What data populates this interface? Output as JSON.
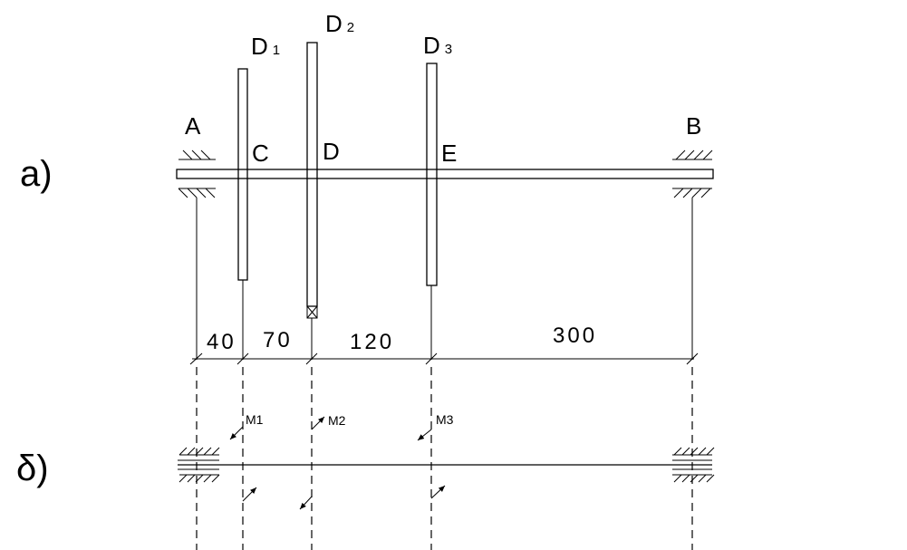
{
  "part_labels": {
    "a": "a)",
    "b": "δ)"
  },
  "points": {
    "A": "A",
    "B": "B",
    "C": "C",
    "D": "D",
    "E": "E"
  },
  "disks": [
    {
      "main": "D",
      "sub": "1"
    },
    {
      "main": "D",
      "sub": "2"
    },
    {
      "main": "D",
      "sub": "3"
    }
  ],
  "dimensions": [
    "40",
    "70",
    "120",
    "300"
  ],
  "moments": [
    {
      "main": "M",
      "sub": "1"
    },
    {
      "main": "M",
      "sub": "2"
    },
    {
      "main": "M",
      "sub": "3"
    }
  ]
}
